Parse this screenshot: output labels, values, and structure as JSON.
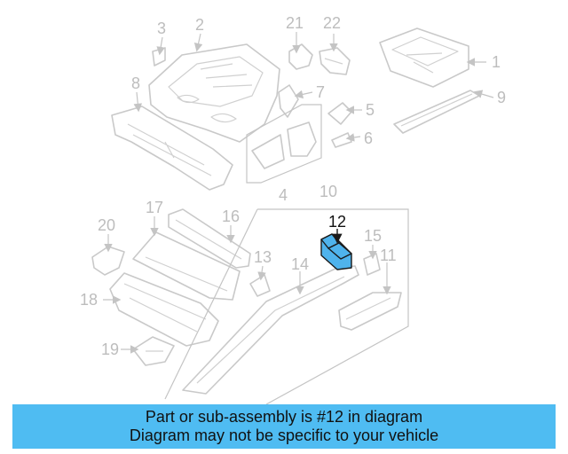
{
  "callouts": {
    "c1": "1",
    "c2": "2",
    "c3": "3",
    "c4": "4",
    "c5": "5",
    "c6": "6",
    "c7": "7",
    "c8": "8",
    "c9": "9",
    "c10": "10",
    "c11": "11",
    "c12": "12",
    "c13": "13",
    "c14": "14",
    "c15": "15",
    "c16": "16",
    "c17": "17",
    "c18": "18",
    "c19": "19",
    "c20": "20",
    "c21": "21",
    "c22": "22"
  },
  "highlight": {
    "part_number": "12",
    "color": "#4fb3ec"
  },
  "banner": {
    "line1": "Part or sub-assembly is #12 in diagram",
    "line2": "Diagram may not be specific to your vehicle",
    "background": "#4fbcf2"
  }
}
